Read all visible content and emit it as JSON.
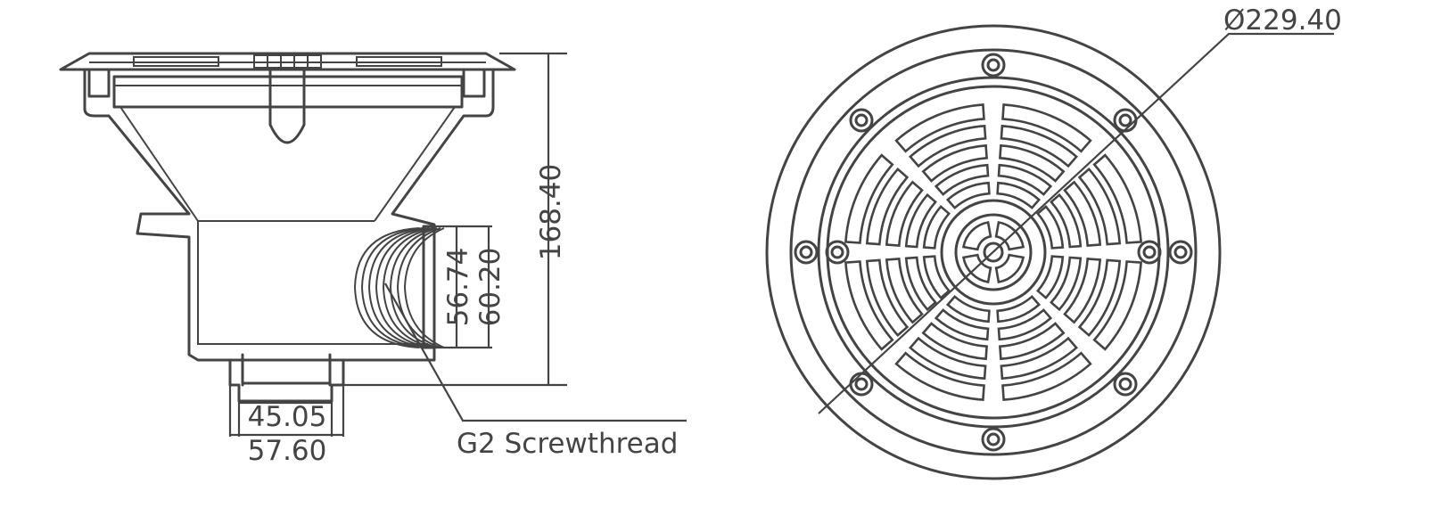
{
  "dimensions": {
    "diameter": "Ø229.40",
    "height": "168.40",
    "thread_inner": "56.74",
    "thread_outer": "60.20",
    "outlet_inner": "45.05",
    "outlet_outer": "57.60"
  },
  "callouts": {
    "thread_label": "G2 Screwthread"
  },
  "colors": {
    "line": "#444444",
    "background": "#ffffff"
  }
}
